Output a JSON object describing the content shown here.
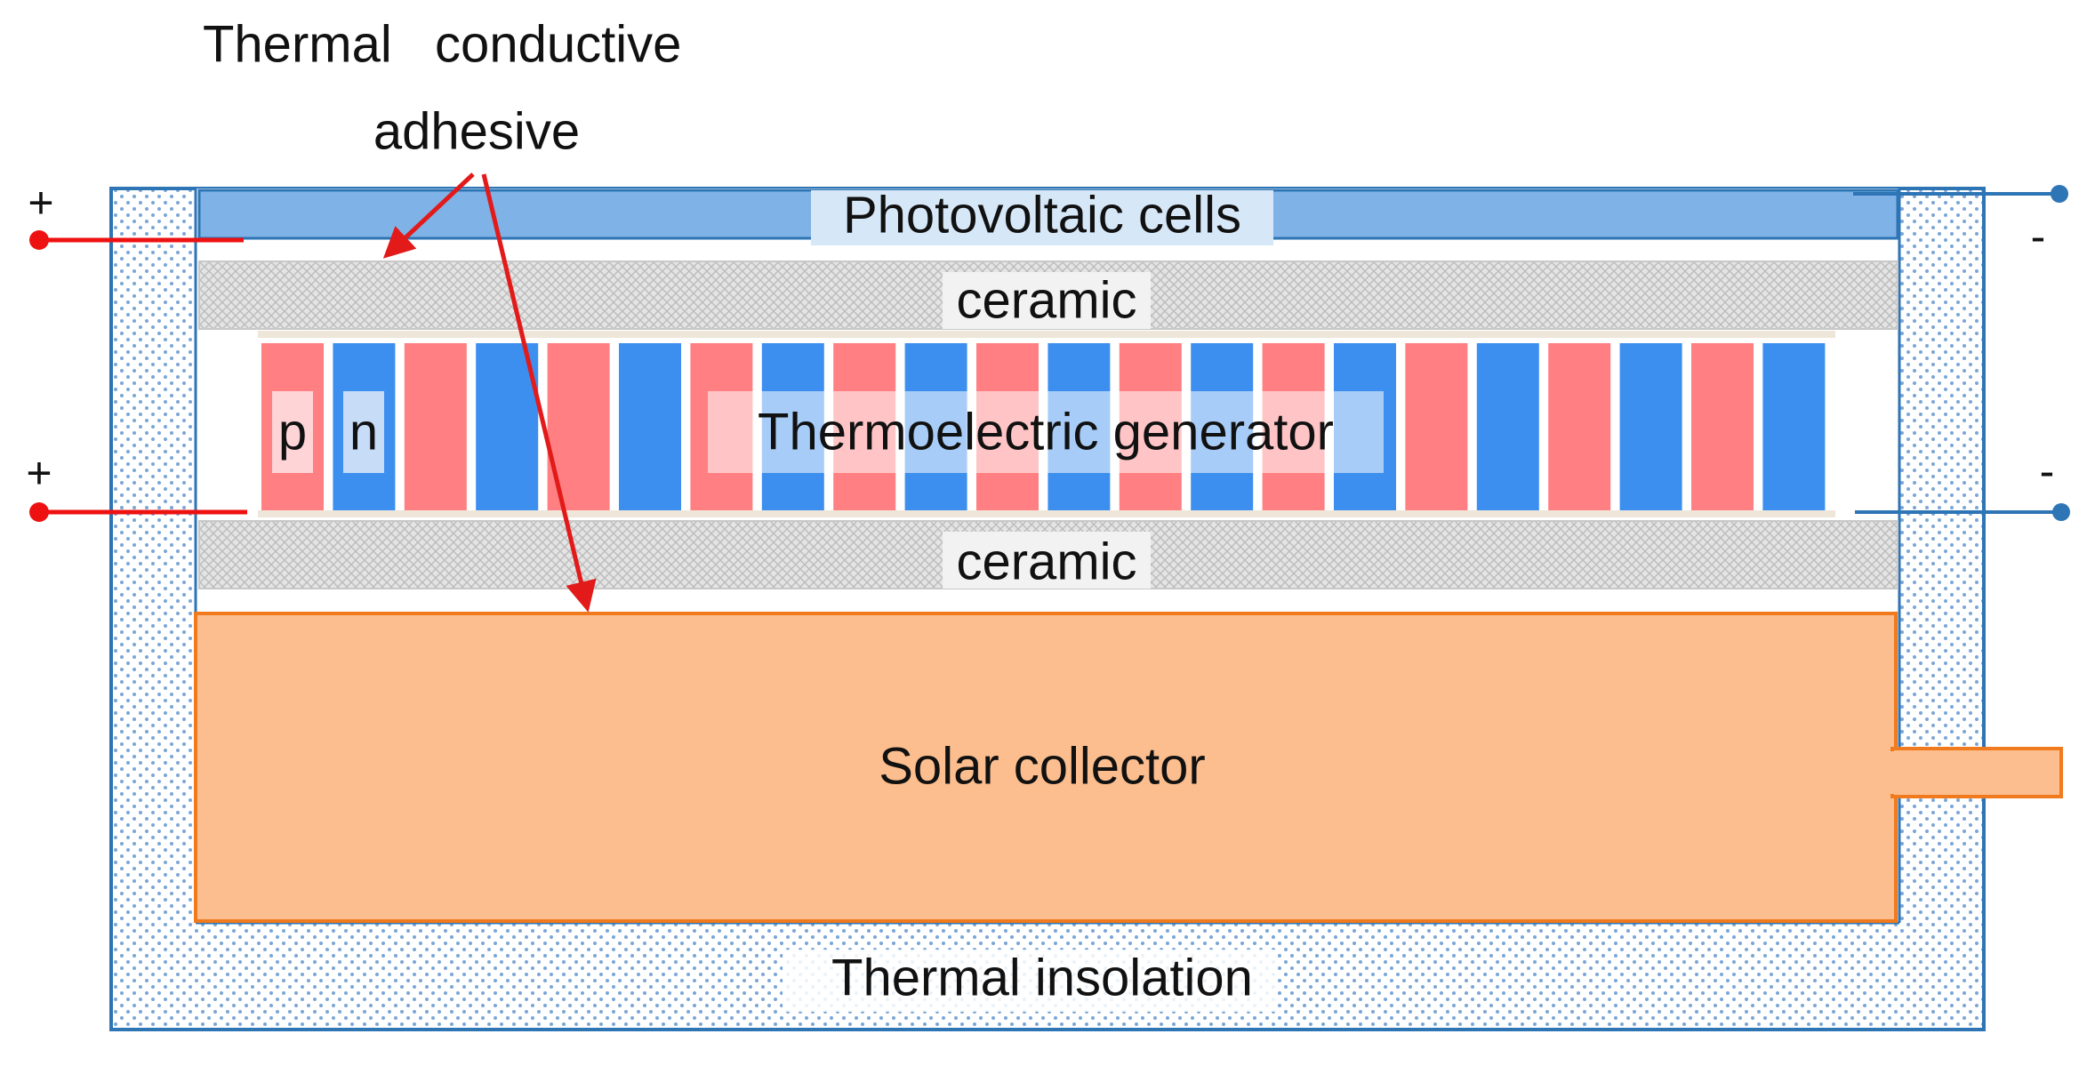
{
  "labels": {
    "adhesive_line1": "Thermal   conductive",
    "adhesive_line2": "adhesive",
    "photovoltaic": "Photovoltaic cells",
    "ceramic_top": "ceramic",
    "thermoelectric": "Thermoelectric generator",
    "p": "p",
    "n": "n",
    "ceramic_bottom": "ceramic",
    "solar_collector": "Solar collector",
    "insulation": "Thermal insolation"
  },
  "terminals": {
    "pv_positive": "+",
    "pv_negative": "-",
    "teg_positive": "+",
    "teg_negative": "-"
  },
  "colors": {
    "p_leg": "#ff7f82",
    "n_leg": "#3d8fef",
    "photovoltaic": "#7fb2e6",
    "ceramic": "#dcdcdc",
    "collector_fill": "#fcbe8e",
    "collector_border": "#f07a1e",
    "insulation_frame": "#2e75b6",
    "insulation_dots": "#7aa6d6",
    "wire_positive": "#ee1111",
    "wire_negative": "#2e75b6",
    "arrow": "#e21a1a"
  }
}
